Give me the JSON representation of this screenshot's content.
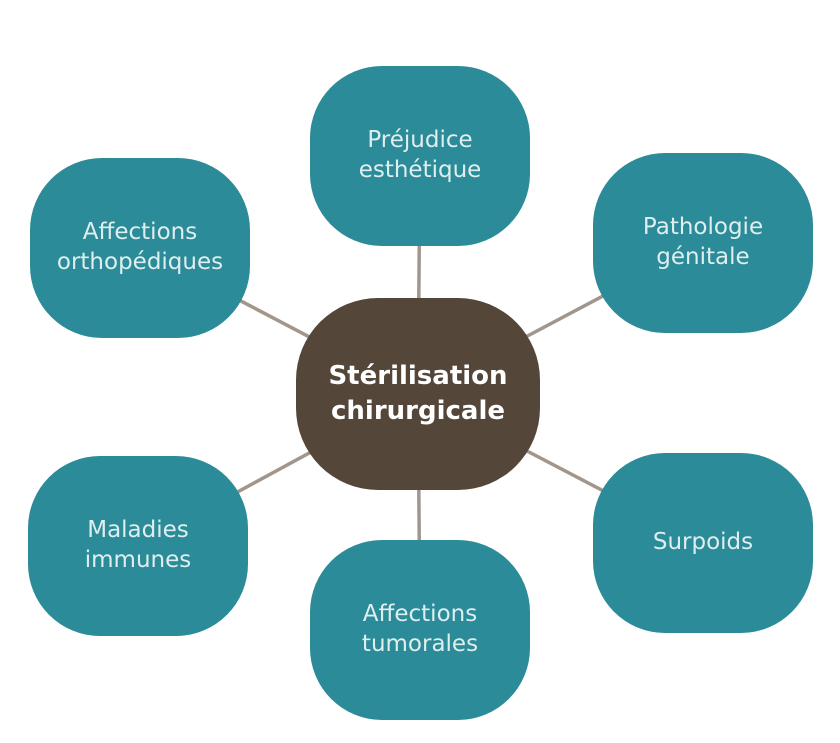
{
  "diagram": {
    "type": "radial-hub-spoke",
    "background": "#FFFFFF",
    "connector_color": "#A2968C",
    "satellite_fill": "#2B8B98",
    "satellite_text_color": "#DFEEEF",
    "center_node": {
      "label": "Stérilisation\nchirurgicale",
      "fill": "#54473A",
      "text_color": "#FFFFFF"
    },
    "nodes": [
      {
        "id": "prejudice-esthetique",
        "label": "Préjudice\nesthétique",
        "position": "top"
      },
      {
        "id": "pathologie-genitale",
        "label": "Pathologie\ngénitale",
        "position": "top-right"
      },
      {
        "id": "surpoids",
        "label": "Surpoids",
        "position": "bottom-right"
      },
      {
        "id": "affections-tumorales",
        "label": "Affections\ntumorales",
        "position": "bottom"
      },
      {
        "id": "maladies-immunes",
        "label": "Maladies\nimmunes",
        "position": "bottom-left"
      },
      {
        "id": "affections-orthopediques",
        "label": "Affections\northopédiques",
        "position": "top-left"
      }
    ]
  }
}
